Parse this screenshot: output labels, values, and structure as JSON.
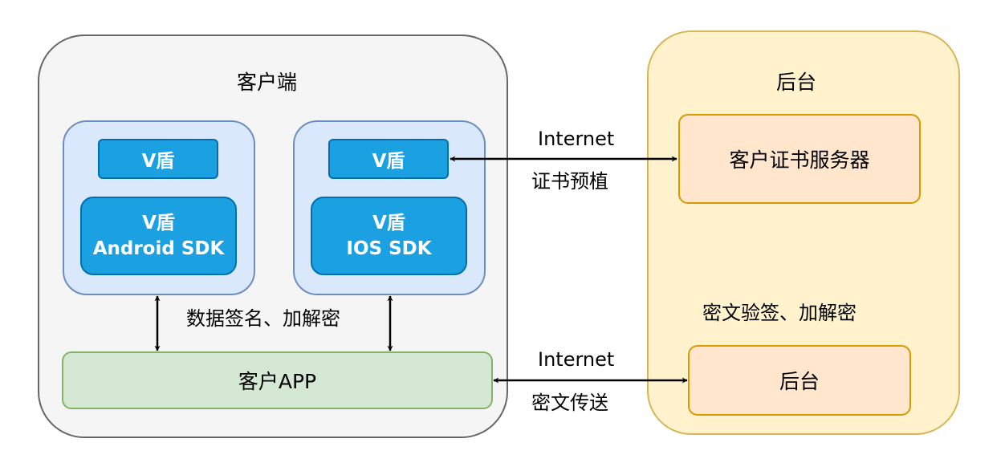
{
  "client": {
    "title": "客户端",
    "android_group": {
      "vdun_small": "V盾",
      "sdk_line1": "V盾",
      "sdk_line2": "Android SDK"
    },
    "ios_group": {
      "vdun_small": "V盾",
      "sdk_line1": "V盾",
      "sdk_line2": "IOS SDK"
    },
    "app_label": "客户APP",
    "sdk_app_label": "数据签名、加解密"
  },
  "backend": {
    "title": "后台",
    "cert_server_label": "客户证书服务器",
    "verify_label": "密文验签、加解密",
    "backend_box_label": "后台"
  },
  "links": {
    "top_label_line1": "Internet",
    "top_label_line2": "证书预植",
    "bottom_label_line1": "Internet",
    "bottom_label_line2": "密文传送"
  },
  "colors": {
    "client_fill": "#f5f5f5",
    "backend_fill": "#fff2cc",
    "sdk_group_fill": "#dae8fc",
    "sdk_box_fill": "#1ba1e2",
    "app_fill": "#d5e8d4",
    "server_fill": "#ffe6cc"
  }
}
